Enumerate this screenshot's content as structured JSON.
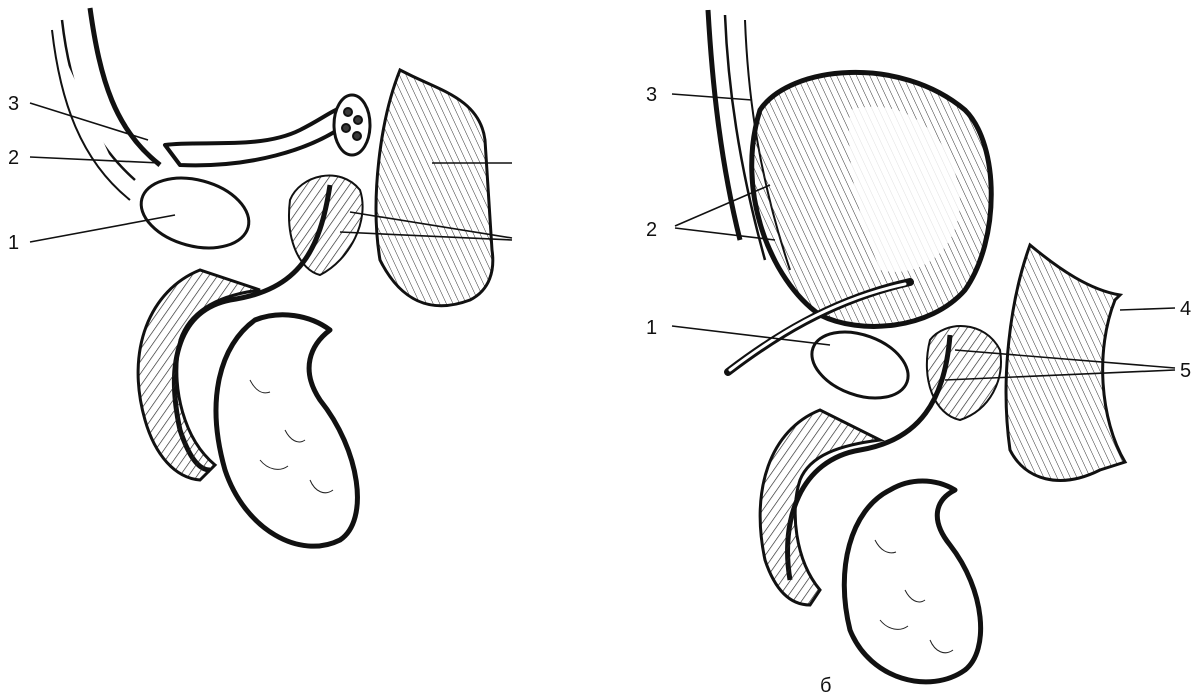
{
  "left_panel": {
    "labels": [
      "3",
      "2",
      "1"
    ]
  },
  "right_panel": {
    "labels": [
      "3",
      "2",
      "1",
      "4",
      "5"
    ],
    "caption": "б"
  }
}
